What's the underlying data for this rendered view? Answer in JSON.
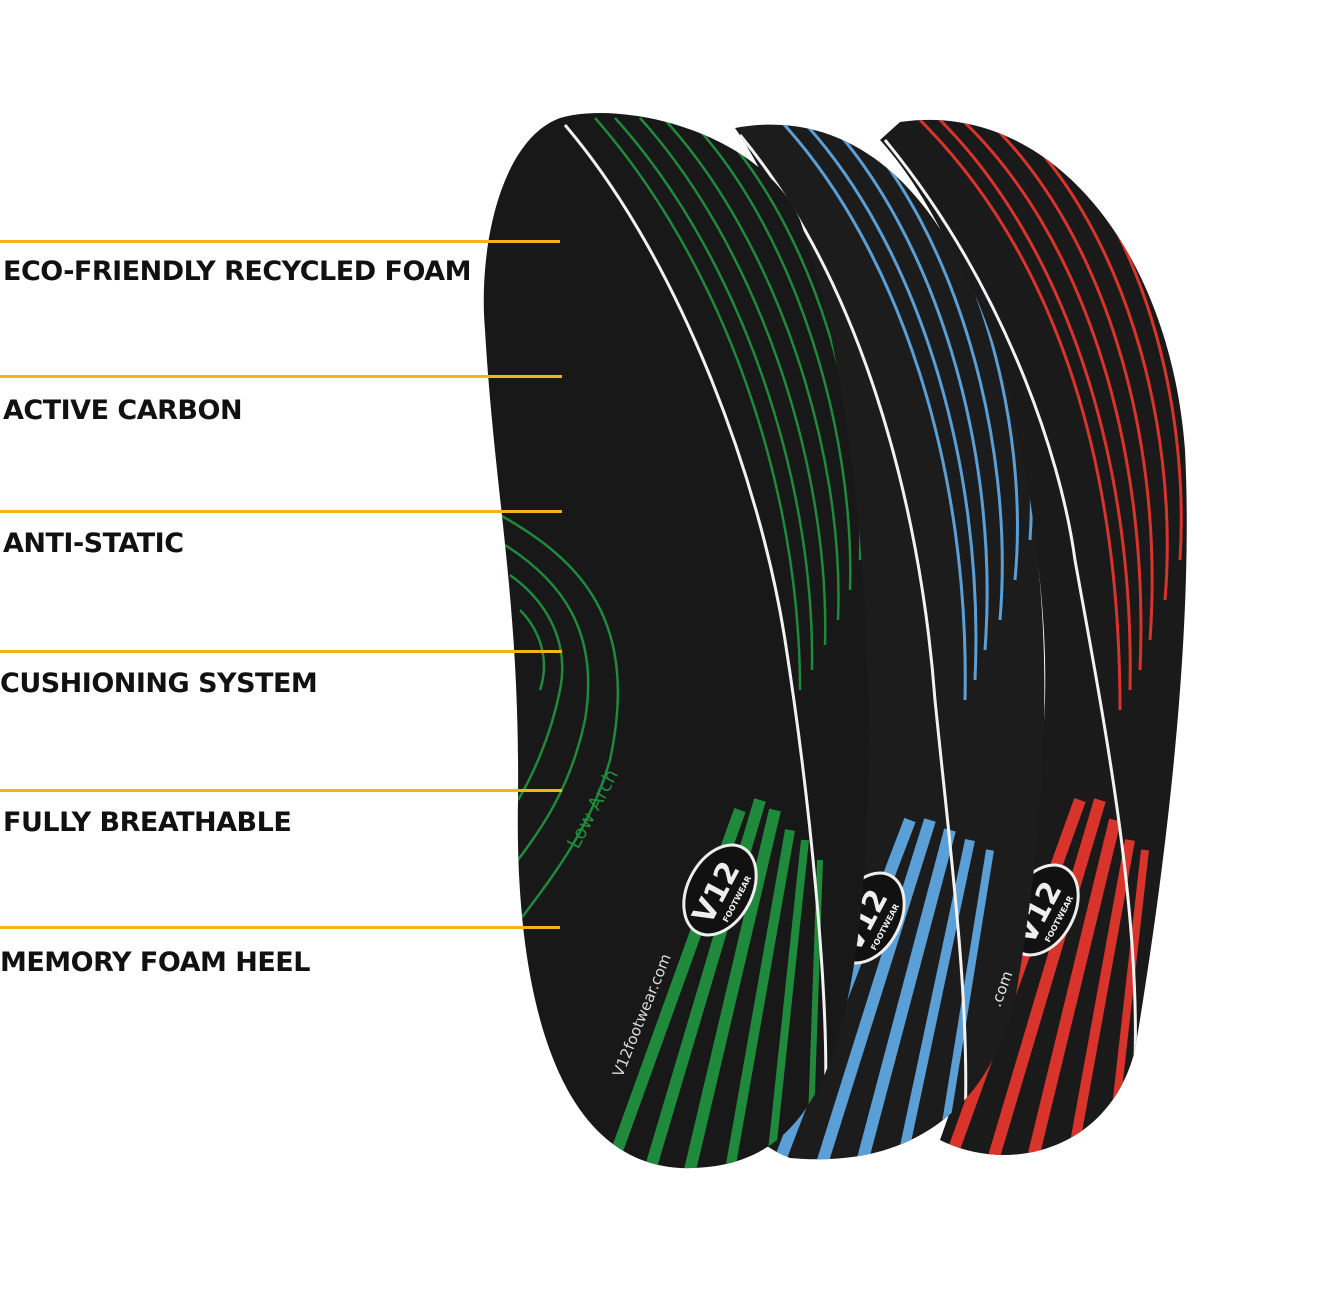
{
  "colors": {
    "accent_line": "#f3b515",
    "insole_base": "#161616",
    "green": "#1f8a3c",
    "blue": "#5a9fd6",
    "red": "#d8342c",
    "white_line": "#f2f2f2"
  },
  "features": [
    {
      "label": "ECO-FRIENDLY RECYCLED FOAM"
    },
    {
      "label": "ACTIVE CARBON"
    },
    {
      "label": "ANTI-STATIC"
    },
    {
      "label": "CUSHIONING SYSTEM"
    },
    {
      "label": "FULLY BREATHABLE"
    },
    {
      "label": "MEMORY FOAM HEEL"
    }
  ],
  "product": {
    "arch_label": "Low Arch",
    "logo_main": "V12",
    "logo_sub": "FOOTWEAR",
    "website": "V12footwear.com",
    "website_partial": ".com"
  }
}
